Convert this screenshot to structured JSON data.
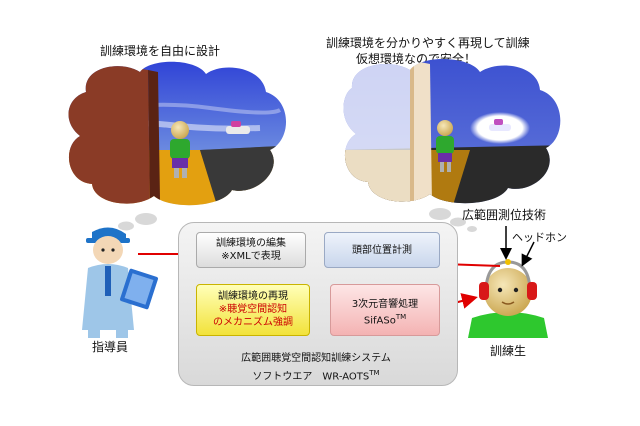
{
  "captions": {
    "left_title": "訓練環境を自由に設計",
    "right_title_line1": "訓練環境を分かりやすく再現して訓練",
    "right_title_line2": "仮想環境なので安全！",
    "wide_tracking": "広範囲測位技術",
    "headphone": "ヘッドホン",
    "instructor": "指導員",
    "trainee": "訓練生"
  },
  "boxes": {
    "edit_line1": "訓練環境の編集",
    "edit_line2": "※XMLで表現",
    "head_tracking": "頭部位置計測",
    "repro_line1": "訓練環境の再現",
    "repro_line2": "※聴覚空間認知",
    "repro_line3": "のメカニズム強調",
    "audio_line1": "3次元音響処理",
    "audio_line2": "SifASo",
    "audio_tm": "TM"
  },
  "system": {
    "line1": "広範囲聴覚空間認知訓練システム",
    "line2": "ソフトウエア　WR-AOTS",
    "tm": "TM"
  },
  "colors": {
    "arrow": "#e00000",
    "arrow_black": "#000000",
    "floor": "#e3a010",
    "sky": "#3a4fd0"
  }
}
